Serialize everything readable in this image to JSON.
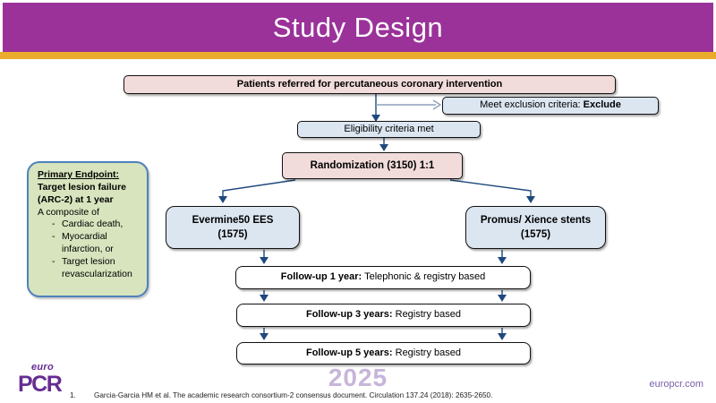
{
  "slide": {
    "title": "Study Design",
    "footer": {
      "logo_top": "euro",
      "logo_main": "PCR",
      "watermark": "2025",
      "website": "europcr.com",
      "footnote_number": "1.",
      "footnote_text": "Garcia-Garcia HM et al. The academic research consortium-2 consensus document. Circulation 137.24 (2018): 2635-2650."
    }
  },
  "flowchart": {
    "patients": "Patients referred for percutaneous coronary intervention",
    "exclusion_prefix": "Meet exclusion criteria: ",
    "exclusion_bold": "Exclude",
    "eligibility": "Eligibility criteria met",
    "randomization": "Randomization (3150) 1:1",
    "arm_left_line1": "Evermine50 EES",
    "arm_left_line2": "(1575)",
    "arm_right_line1": "Promus/ Xience stents",
    "arm_right_line2": "(1575)",
    "followups": [
      {
        "bold": "Follow-up 1 year:",
        "rest": " Telephonic & registry based"
      },
      {
        "bold": "Follow-up 3 years:",
        "rest": " Registry based"
      },
      {
        "bold": "Follow-up 5 years:",
        "rest": " Registry based"
      }
    ]
  },
  "endpoint": {
    "title": "Primary Endpoint:",
    "line2": "Target lesion failure",
    "line3": "(ARC-2) at 1 year",
    "line4": "A composite of",
    "bullet_marker": "-",
    "bullets": [
      "Cardiac death,",
      "Myocardial infarction, or",
      "Target lesion revascularization"
    ]
  },
  "colors": {
    "header_purple": "#9A3299",
    "gold_bar": "#EAAC2C",
    "pink_fill": "#F2DCDB",
    "blue_fill": "#DCE6F1",
    "green_fill": "#D7E4BD",
    "green_border": "#4F81BD",
    "arrow_dark": "#1F497D",
    "arrow_light": "#8EA0BC",
    "logo_purple": "#662D91",
    "watermark_purple": "#C7B6D9",
    "website_purple": "#7B5FA8"
  }
}
